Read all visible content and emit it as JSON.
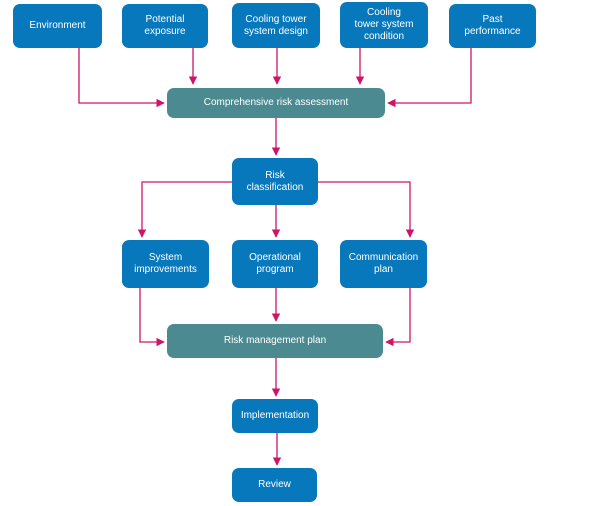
{
  "diagram": {
    "type": "flowchart",
    "subject": "cooling tower risk management process",
    "colors": {
      "process_node": "#0878bc",
      "summary_node": "#4b8a90",
      "connector": "#cf1467",
      "node_text": "#ffffff",
      "background": "#ffffff"
    },
    "nodes": {
      "environment": {
        "label": "Environment"
      },
      "potential_exposure": {
        "label": "Potential\nexposure"
      },
      "cooling_tower_system_design": {
        "label": "Cooling tower\nsystem design"
      },
      "cooling_tower_system_condition": {
        "label": "Cooling\ntower system\ncondition"
      },
      "past_performance": {
        "label": "Past\nperformance"
      },
      "comprehensive_risk_assessment": {
        "label": "Comprehensive risk assessment"
      },
      "risk_classification": {
        "label": "Risk\nclassification"
      },
      "system_improvements": {
        "label": "System\nimprovements"
      },
      "operational_program": {
        "label": "Operational\nprogram"
      },
      "communication_plan": {
        "label": "Communication\nplan"
      },
      "risk_management_plan": {
        "label": "Risk management plan"
      },
      "implementation": {
        "label": "Implementation"
      },
      "review": {
        "label": "Review"
      }
    },
    "edges": [
      {
        "from": "environment",
        "to": "comprehensive_risk_assessment"
      },
      {
        "from": "potential_exposure",
        "to": "comprehensive_risk_assessment"
      },
      {
        "from": "cooling_tower_system_design",
        "to": "comprehensive_risk_assessment"
      },
      {
        "from": "cooling_tower_system_condition",
        "to": "comprehensive_risk_assessment"
      },
      {
        "from": "past_performance",
        "to": "comprehensive_risk_assessment"
      },
      {
        "from": "comprehensive_risk_assessment",
        "to": "risk_classification"
      },
      {
        "from": "risk_classification",
        "to": "system_improvements"
      },
      {
        "from": "risk_classification",
        "to": "operational_program"
      },
      {
        "from": "risk_classification",
        "to": "communication_plan"
      },
      {
        "from": "system_improvements",
        "to": "risk_management_plan"
      },
      {
        "from": "operational_program",
        "to": "risk_management_plan"
      },
      {
        "from": "communication_plan",
        "to": "risk_management_plan"
      },
      {
        "from": "risk_management_plan",
        "to": "implementation"
      },
      {
        "from": "implementation",
        "to": "review"
      }
    ]
  }
}
